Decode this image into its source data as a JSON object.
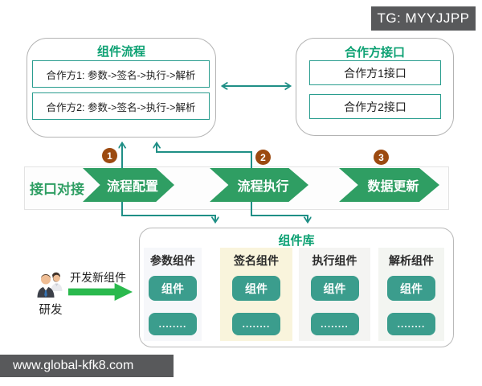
{
  "header": {
    "tg_badge": "TG: MYYJJPP"
  },
  "footer": {
    "watermark": "www.global-kfk8.com"
  },
  "component_flow": {
    "title": "组件流程",
    "rows": [
      "合作方1: 参数->签名->执行->解析",
      "合作方2: 参数->签名->执行->解析"
    ]
  },
  "partner_api": {
    "title": "合作方接口",
    "rows": [
      "合作方1接口",
      "合作方2接口"
    ]
  },
  "pipeline": {
    "label": "接口对接",
    "steps": [
      {
        "num": "1",
        "label": "流程配置"
      },
      {
        "num": "2",
        "label": "流程执行"
      },
      {
        "num": "3",
        "label": "数据更新"
      }
    ]
  },
  "library": {
    "title": "组件库",
    "columns": [
      {
        "header": "参数组件",
        "button": "组件",
        "more": "........"
      },
      {
        "header": "签名组件",
        "button": "组件",
        "more": "........"
      },
      {
        "header": "执行组件",
        "button": "组件",
        "more": "........"
      },
      {
        "header": "解析组件",
        "button": "组件",
        "more": "........"
      }
    ]
  },
  "dev": {
    "actor_label": "研发",
    "action_label": "开发新组件"
  },
  "colors": {
    "teal_line": "#1f8f86",
    "teal_border": "#2a9d8f",
    "title_green": "#0da173",
    "chevron_green": "#2f9e63",
    "button_teal": "#3b9d8d",
    "badge_brown": "#9c4a10",
    "dark_gray": "#58595b",
    "bright_green": "#2ab94d",
    "cream_column": "#f9f4dc"
  }
}
